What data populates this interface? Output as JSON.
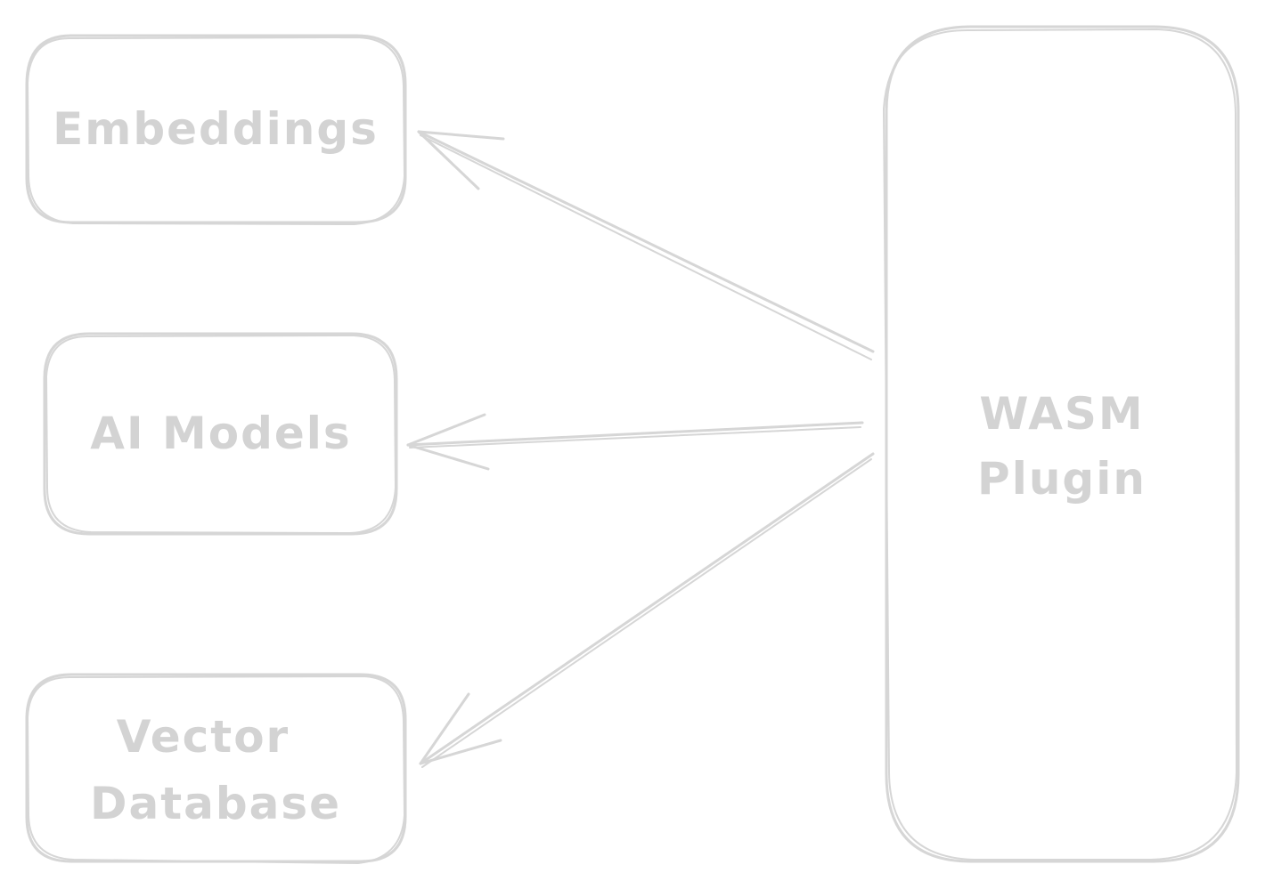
{
  "theme": {
    "stroke_color": "#d6d6d6",
    "text_color": "#d3d3d3",
    "background": "#ffffff"
  },
  "nodes": {
    "embeddings": {
      "label": "Embeddings"
    },
    "ai_models": {
      "label": "AI Models"
    },
    "vector_database": {
      "lines": [
        "Vector",
        "Database"
      ]
    },
    "wasm_plugin": {
      "lines": [
        "WASM",
        "Plugin"
      ]
    }
  },
  "edges": [
    {
      "from": "WASM Plugin",
      "to": "Embeddings"
    },
    {
      "from": "WASM Plugin",
      "to": "AI Models"
    },
    {
      "from": "WASM Plugin",
      "to": "Vector Database"
    }
  ]
}
